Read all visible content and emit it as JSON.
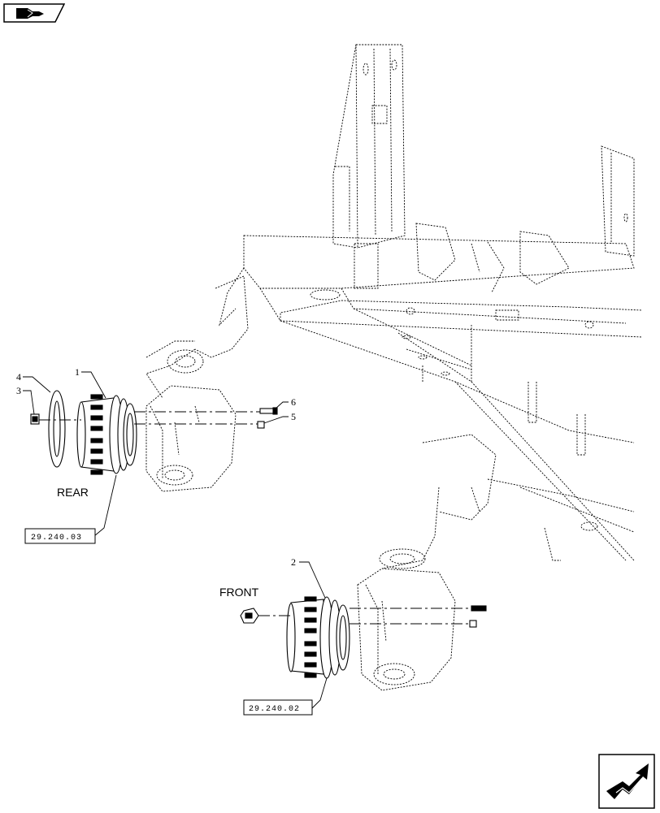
{
  "nav": {
    "top_icon": "hand-pointing-icon",
    "bottom_icon": "next-arrow-icon"
  },
  "labels": {
    "rear": "REAR",
    "front": "FRONT"
  },
  "references": {
    "rear_ref": "29.240.03",
    "front_ref": "29.240.02"
  },
  "callouts": {
    "c1": "1",
    "c2": "2",
    "c3": "3",
    "c4": "4",
    "c5": "5",
    "c6": "6"
  },
  "colors": {
    "line": "#000000",
    "background": "#ffffff"
  }
}
